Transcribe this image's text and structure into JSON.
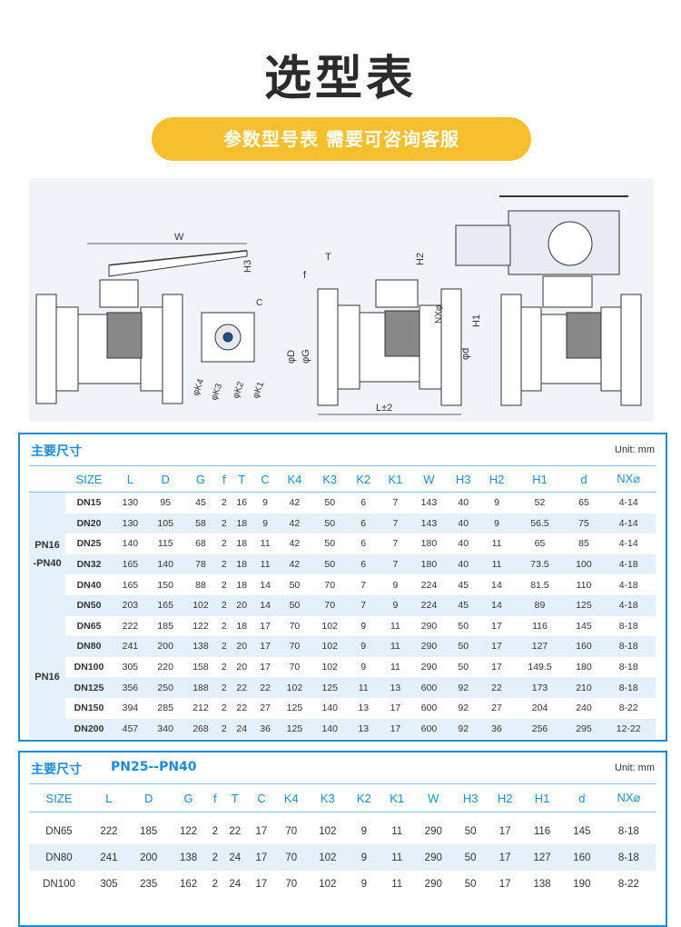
{
  "title": "选型表",
  "banner": "参数型号表   需要可咨询客服",
  "drawing_labels": {
    "W": "W",
    "H3": "H3",
    "H2": "H2",
    "T": "T",
    "f": "f",
    "NX": "NXφ",
    "H1": "H1",
    "D": "φD",
    "G": "φG",
    "d": "φd",
    "L": "L±2",
    "C": "C",
    "K4": "φK4",
    "K3": "φK3",
    "K2": "φK2",
    "K1": "φK1"
  },
  "panel1": {
    "title": "主要尺寸",
    "unit": "Unit: mm",
    "headers": [
      "SIZE",
      "L",
      "D",
      "G",
      "f",
      "T",
      "C",
      "K4",
      "K3",
      "K2",
      "K1",
      "W",
      "H3",
      "H2",
      "H1",
      "d",
      "NX⌀"
    ],
    "group1_label_a": "PN16",
    "group1_label_b": "-PN40",
    "group2_label": "PN16",
    "rows": [
      [
        "DN15",
        "130",
        "95",
        "45",
        "2",
        "16",
        "9",
        "42",
        "50",
        "6",
        "7",
        "143",
        "40",
        "9",
        "52",
        "65",
        "4-14"
      ],
      [
        "DN20",
        "130",
        "105",
        "58",
        "2",
        "18",
        "9",
        "42",
        "50",
        "6",
        "7",
        "143",
        "40",
        "9",
        "56.5",
        "75",
        "4-14"
      ],
      [
        "DN25",
        "140",
        "115",
        "68",
        "2",
        "18",
        "11",
        "42",
        "50",
        "6",
        "7",
        "180",
        "40",
        "11",
        "65",
        "85",
        "4-14"
      ],
      [
        "DN32",
        "165",
        "140",
        "78",
        "2",
        "18",
        "11",
        "42",
        "50",
        "6",
        "7",
        "180",
        "40",
        "11",
        "73.5",
        "100",
        "4-18"
      ],
      [
        "DN40",
        "165",
        "150",
        "88",
        "2",
        "18",
        "14",
        "50",
        "70",
        "7",
        "9",
        "224",
        "45",
        "14",
        "81.5",
        "110",
        "4-18"
      ],
      [
        "DN50",
        "203",
        "165",
        "102",
        "2",
        "20",
        "14",
        "50",
        "70",
        "7",
        "9",
        "224",
        "45",
        "14",
        "89",
        "125",
        "4-18"
      ],
      [
        "DN65",
        "222",
        "185",
        "122",
        "2",
        "18",
        "17",
        "70",
        "102",
        "9",
        "11",
        "290",
        "50",
        "17",
        "116",
        "145",
        "8-18"
      ],
      [
        "DN80",
        "241",
        "200",
        "138",
        "2",
        "20",
        "17",
        "70",
        "102",
        "9",
        "11",
        "290",
        "50",
        "17",
        "127",
        "160",
        "8-18"
      ],
      [
        "DN100",
        "305",
        "220",
        "158",
        "2",
        "20",
        "17",
        "70",
        "102",
        "9",
        "11",
        "290",
        "50",
        "17",
        "149.5",
        "180",
        "8-18"
      ],
      [
        "DN125",
        "356",
        "250",
        "188",
        "2",
        "22",
        "22",
        "102",
        "125",
        "11",
        "13",
        "600",
        "92",
        "22",
        "173",
        "210",
        "8-18"
      ],
      [
        "DN150",
        "394",
        "285",
        "212",
        "2",
        "22",
        "27",
        "125",
        "140",
        "13",
        "17",
        "600",
        "92",
        "27",
        "204",
        "240",
        "8-22"
      ],
      [
        "DN200",
        "457",
        "340",
        "268",
        "2",
        "24",
        "36",
        "125",
        "140",
        "13",
        "17",
        "600",
        "92",
        "36",
        "256",
        "295",
        "12-22"
      ]
    ]
  },
  "panel2": {
    "title": "主要尺寸",
    "subtitle": "PN25--PN40",
    "unit": "Unit: mm",
    "headers": [
      "SIZE",
      "L",
      "D",
      "G",
      "f",
      "T",
      "C",
      "K4",
      "K3",
      "K2",
      "K1",
      "W",
      "H3",
      "H2",
      "H1",
      "d",
      "NX⌀"
    ],
    "rows": [
      [
        "DN65",
        "222",
        "185",
        "122",
        "2",
        "22",
        "17",
        "70",
        "102",
        "9",
        "11",
        "290",
        "50",
        "17",
        "116",
        "145",
        "8-18"
      ],
      [
        "DN80",
        "241",
        "200",
        "138",
        "2",
        "24",
        "17",
        "70",
        "102",
        "9",
        "11",
        "290",
        "50",
        "17",
        "127",
        "160",
        "8-18"
      ],
      [
        "DN100",
        "305",
        "235",
        "162",
        "2",
        "24",
        "17",
        "70",
        "102",
        "9",
        "11",
        "290",
        "50",
        "17",
        "138",
        "190",
        "8-22"
      ]
    ]
  },
  "colors": {
    "accent": "#1d8ed4",
    "banner": "#f5bf2e",
    "row_alt": "#e4f1fa",
    "title": "#2b2b2b"
  }
}
